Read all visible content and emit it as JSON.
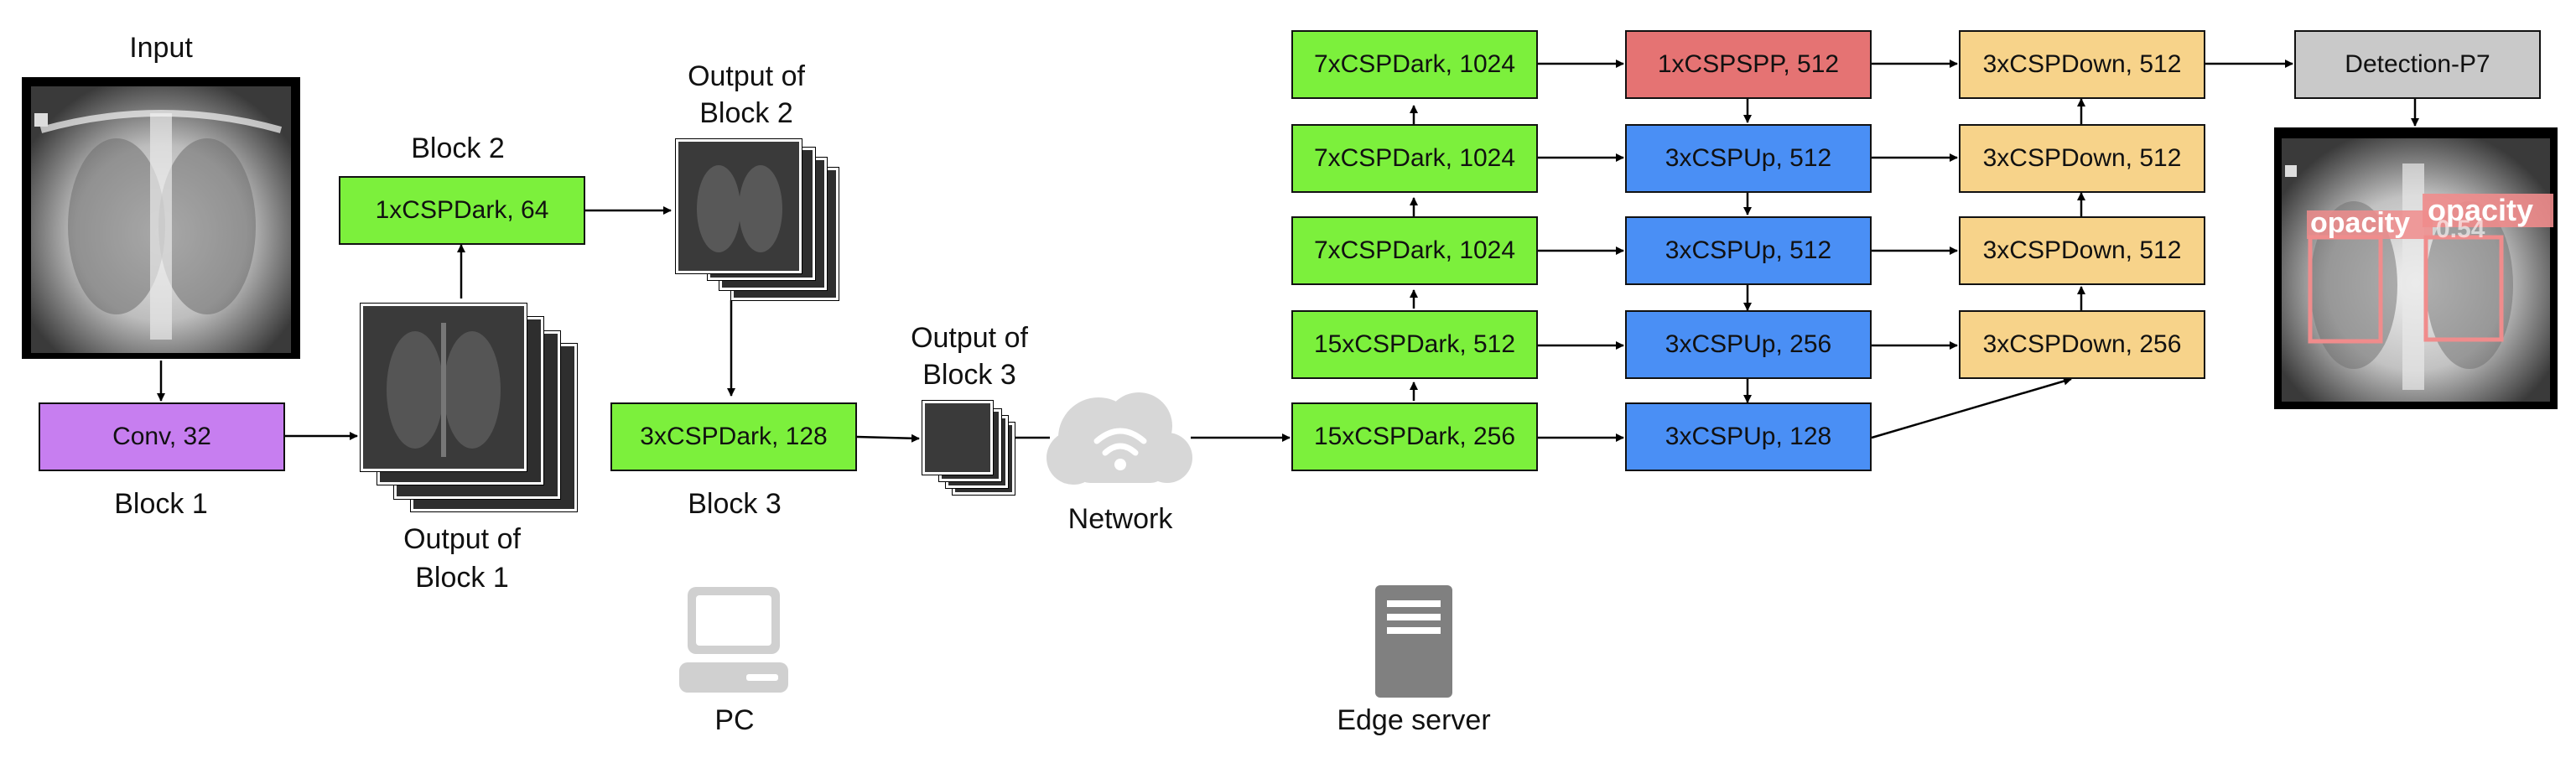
{
  "input_label": "Input",
  "block1": {
    "box": "Conv, 32",
    "title": "Block 1",
    "output_label_1": "Output of",
    "output_label_2": "Block 1"
  },
  "block2": {
    "box": "1xCSPDark, 64",
    "title": "Block 2",
    "output_label_1": "Output of",
    "output_label_2": "Block 2"
  },
  "block3": {
    "box": "3xCSPDark, 128",
    "title": "Block 3",
    "output_label_1": "Output of",
    "output_label_2": "Block 3"
  },
  "network_label": "Network",
  "pc_label": "PC",
  "edge_label": "Edge server",
  "backbone": [
    "7xCSPDark, 1024",
    "7xCSPDark, 1024",
    "7xCSPDark, 1024",
    "15xCSPDark, 512",
    "15xCSPDark, 256"
  ],
  "neck_up": [
    "1xCSPSPP, 512",
    "3xCSPUp, 512",
    "3xCSPUp, 512",
    "3xCSPUp, 256",
    "3xCSPUp, 128"
  ],
  "neck_down": [
    "3xCSPDown, 512",
    "3xCSPDown, 512",
    "3xCSPDown, 512",
    "3xCSPDown, 256"
  ],
  "detection": "Detection-P7",
  "detections": [
    {
      "label": "opacity"
    },
    {
      "label": "opacity",
      "score_text": "0.54"
    }
  ],
  "colors": {
    "green": "#7cf03c",
    "purple": "#c77ef0",
    "red": "#e57373",
    "blue": "#4a8ff5",
    "orange": "#f7d38a",
    "gray": "#c9c9c9",
    "box_red": "#f08c8c"
  }
}
